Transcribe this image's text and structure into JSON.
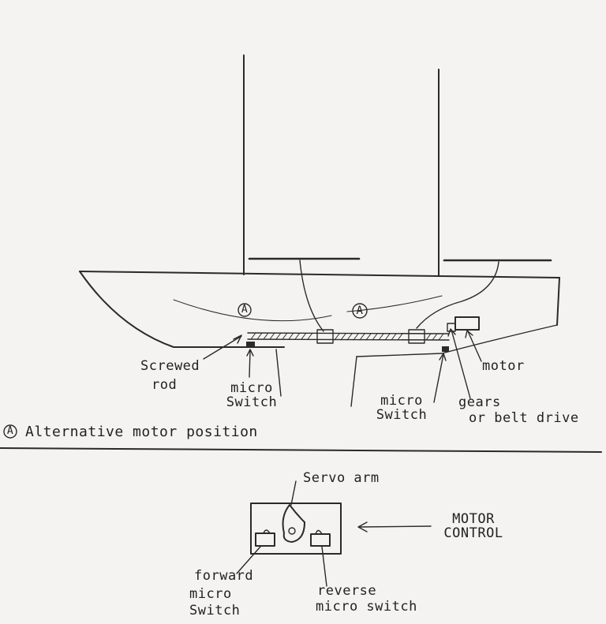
{
  "labels": {
    "screwed_rod": [
      "Screwed",
      "rod"
    ],
    "micro_switch_left": [
      "micro",
      "Switch"
    ],
    "micro_switch_right": [
      "micro",
      "Switch"
    ],
    "gears": [
      "gears",
      "or belt drive"
    ],
    "motor": "motor",
    "marker_a_left": "A",
    "marker_a_right": "A",
    "legend_marker": "A",
    "legend_text": "Alternative motor position",
    "servo_arm": "Servo arm",
    "motor_control": [
      "MOTOR",
      "CONTROL"
    ],
    "forward_switch": [
      "forward",
      "micro",
      "Switch"
    ],
    "reverse_switch": [
      "reverse",
      "micro switch"
    ]
  },
  "colors": {
    "ink": "#2a2a2a",
    "paper": "#f4f3f1"
  }
}
